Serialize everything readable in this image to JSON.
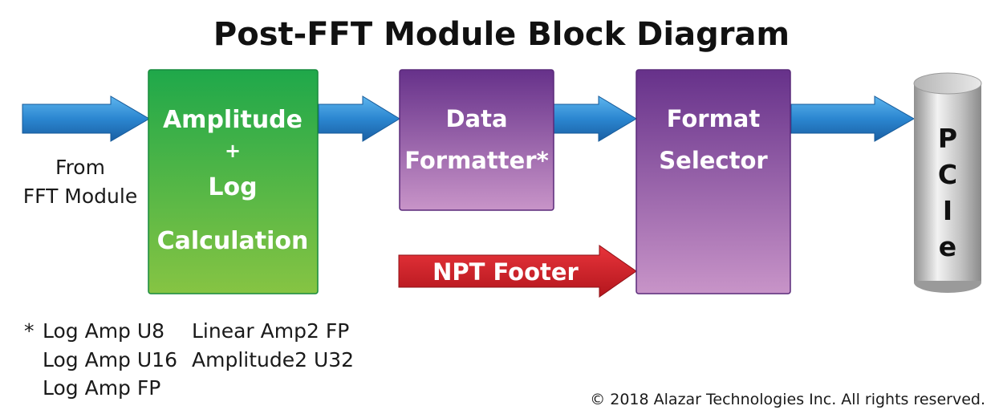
{
  "title": "Post-FFT Module Block Diagram",
  "input": {
    "line1": "From",
    "line2": "FFT Module"
  },
  "blocks": {
    "amplitude": {
      "line1": "Amplitude",
      "line2": "+",
      "line3": "Log",
      "line4": "Calculation"
    },
    "formatter": {
      "line1": "Data",
      "line2": "Formatter*"
    },
    "selector": {
      "line1": "Format",
      "line2": "Selector"
    }
  },
  "npt_footer": "NPT Footer",
  "pcie": {
    "letters": [
      "P",
      "C",
      "I",
      "e"
    ]
  },
  "footnote": {
    "marker": "*",
    "col1": [
      "Log Amp U8",
      "Log Amp U16",
      "Log Amp FP"
    ],
    "col2": [
      "Linear Amp2 FP",
      "Amplitude2 U32"
    ]
  },
  "copyright": "© 2018 Alazar Technologies Inc. All rights reserved.",
  "colors": {
    "arrow_blue": "#2a7fc9",
    "arrow_red": "#d2232a",
    "box_green": "#3eb94a",
    "box_purple": "#7a3f95",
    "cylinder_gray": "#c4c4c4"
  }
}
